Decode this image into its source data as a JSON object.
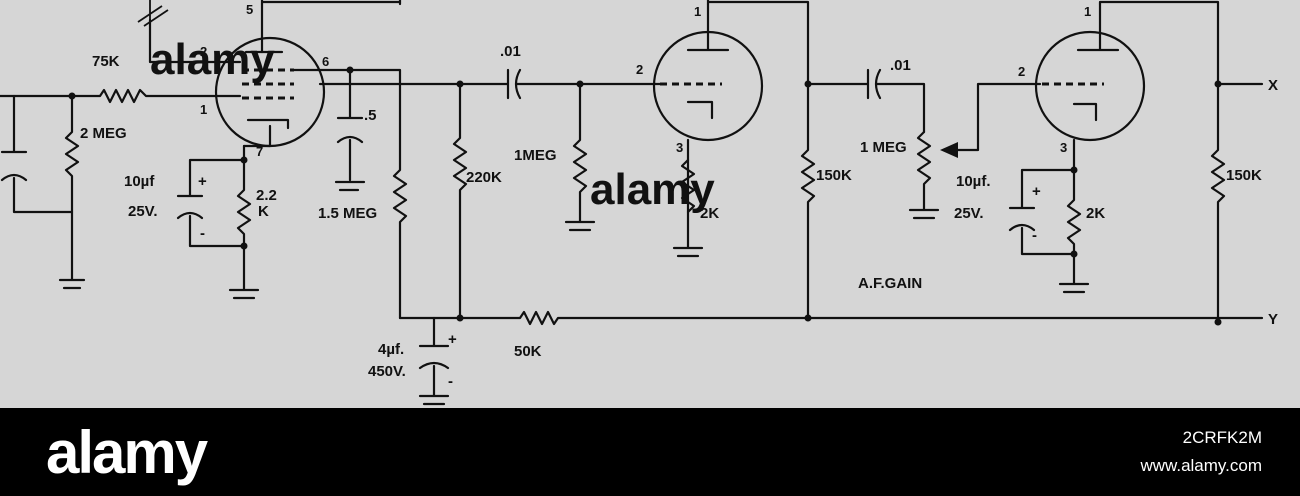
{
  "labels": {
    "r_75k": "75K",
    "r_2meg": "2 MEG",
    "c_10uf_a": "10µf",
    "v_25v_a": "25V.",
    "r_22k_top": "2.2",
    "r_22k_bot": "K",
    "c_05": ".5",
    "r_15meg": "1.5 MEG",
    "c_001_a": ".01",
    "r_220k": "220K",
    "r_1meg_a": "1MEG",
    "r_2k_a": "2K",
    "r_150k_a": "150K",
    "c_001_b": ".01",
    "r_1meg_pot": "1 MEG",
    "c_10uf_b": "10µf.",
    "v_25v_b": "25V.",
    "r_2k_b": "2K",
    "af_gain": "A.F.GAIN",
    "r_150k_b": "150K",
    "c_4uf": "4µf.",
    "v_450v": "450V.",
    "r_50k": "50K",
    "out_x": "X",
    "out_y": "Y",
    "plus_a": "+",
    "minus_a": "-",
    "plus_b": "+",
    "minus_b": "-",
    "plus_c": "+",
    "minus_c": "-"
  },
  "pins": {
    "t1_p5": "5",
    "t1_p2": "2",
    "t1_p1": "1",
    "t1_p6": "6",
    "t1_p7": "7",
    "t2_p1": "1",
    "t2_p2": "2",
    "t2_p3": "3",
    "t3_p1": "1",
    "t3_p2": "2",
    "t3_p3": "3"
  },
  "watermark": {
    "text": "alamy",
    "logo_text": "alamy",
    "image_id": "2CRFK2M",
    "url": "www.alamy.com"
  }
}
